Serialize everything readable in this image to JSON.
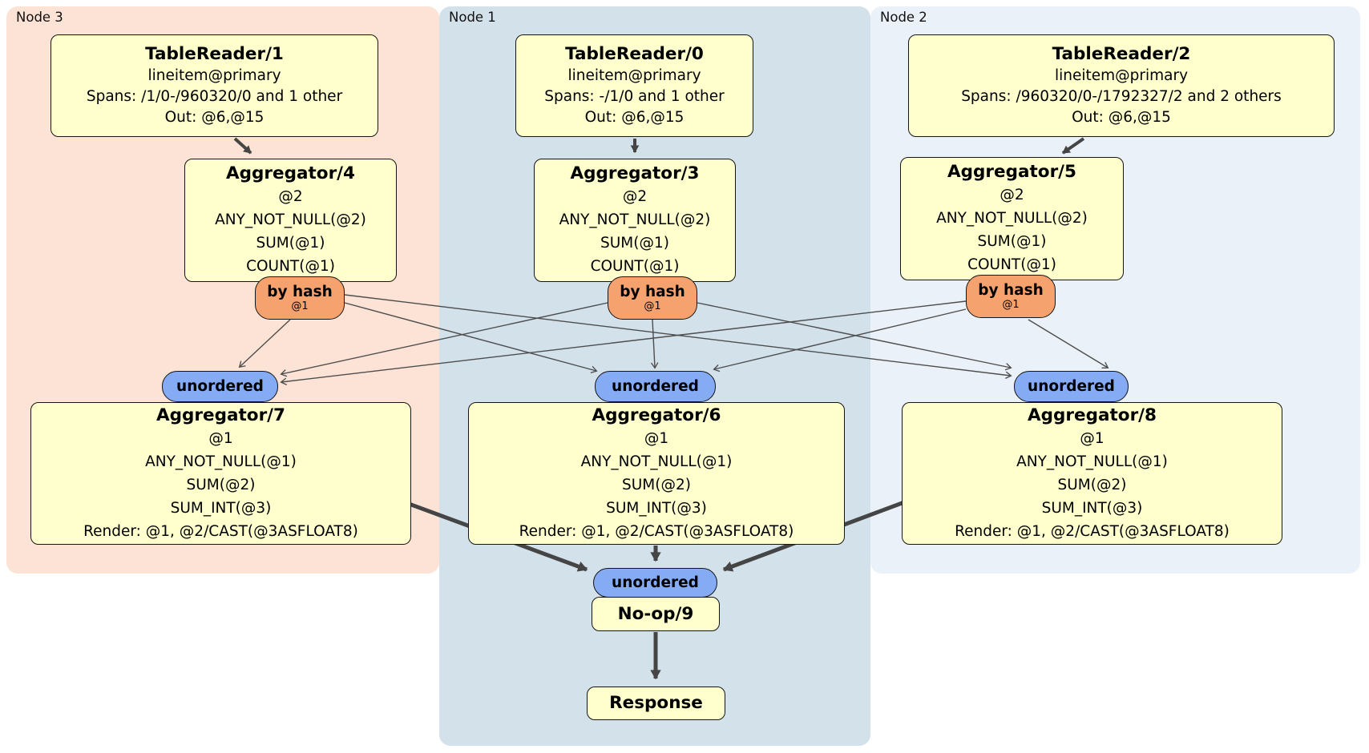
{
  "diagram": {
    "nodes": [
      {
        "label": "Node 3",
        "region_color": "#fce3d5",
        "table_reader": {
          "title": "TableReader/1",
          "lines": [
            "lineitem@primary",
            "Spans: /1/0-/960320/0 and 1 other",
            "Out: @6,@15"
          ]
        },
        "aggregator": {
          "title": "Aggregator/4",
          "lines": [
            "@2",
            "ANY_NOT_NULL(@2)",
            "SUM(@1)",
            "COUNT(@1)"
          ]
        },
        "router": {
          "label": "by hash",
          "detail": "@1"
        },
        "stream": {
          "label": "unordered"
        },
        "final_aggregator": {
          "title": "Aggregator/7",
          "lines": [
            "@1",
            "ANY_NOT_NULL(@1)",
            "SUM(@2)",
            "SUM_INT(@3)",
            "Render: @1, @2/CAST(@3ASFLOAT8)"
          ]
        }
      },
      {
        "label": "Node 1",
        "region_color": "#d3e1eb",
        "table_reader": {
          "title": "TableReader/0",
          "lines": [
            "lineitem@primary",
            "Spans: -/1/0 and 1 other",
            "Out: @6,@15"
          ]
        },
        "aggregator": {
          "title": "Aggregator/3",
          "lines": [
            "@2",
            "ANY_NOT_NULL(@2)",
            "SUM(@1)",
            "COUNT(@1)"
          ]
        },
        "router": {
          "label": "by hash",
          "detail": "@1"
        },
        "stream": {
          "label": "unordered"
        },
        "final_aggregator": {
          "title": "Aggregator/6",
          "lines": [
            "@1",
            "ANY_NOT_NULL(@1)",
            "SUM(@2)",
            "SUM_INT(@3)",
            "Render: @1, @2/CAST(@3ASFLOAT8)"
          ]
        }
      },
      {
        "label": "Node 2",
        "region_color": "#ebf1f9",
        "table_reader": {
          "title": "TableReader/2",
          "lines": [
            "lineitem@primary",
            "Spans: /960320/0-/1792327/2 and 2 others",
            "Out: @6,@15"
          ]
        },
        "aggregator": {
          "title": "Aggregator/5",
          "lines": [
            "@2",
            "ANY_NOT_NULL(@2)",
            "SUM(@1)",
            "COUNT(@1)"
          ]
        },
        "router": {
          "label": "by hash",
          "detail": "@1"
        },
        "stream": {
          "label": "unordered"
        },
        "final_aggregator": {
          "title": "Aggregator/8",
          "lines": [
            "@1",
            "ANY_NOT_NULL(@1)",
            "SUM(@2)",
            "SUM_INT(@3)",
            "Render: @1, @2/CAST(@3ASFLOAT8)"
          ]
        }
      }
    ],
    "sink": {
      "stream": {
        "label": "unordered"
      },
      "noop": {
        "title": "No-op/9"
      },
      "response": {
        "title": "Response"
      }
    },
    "colors": {
      "node3_region": "#fce3d5",
      "node1_region": "#d3e1eb",
      "node2_region": "#ebf1f9",
      "processor_box_fill": "#ffffce",
      "router_fill": "#f6a26e",
      "stream_fill": "#84abf4",
      "edge": "#4d4d4d"
    }
  }
}
